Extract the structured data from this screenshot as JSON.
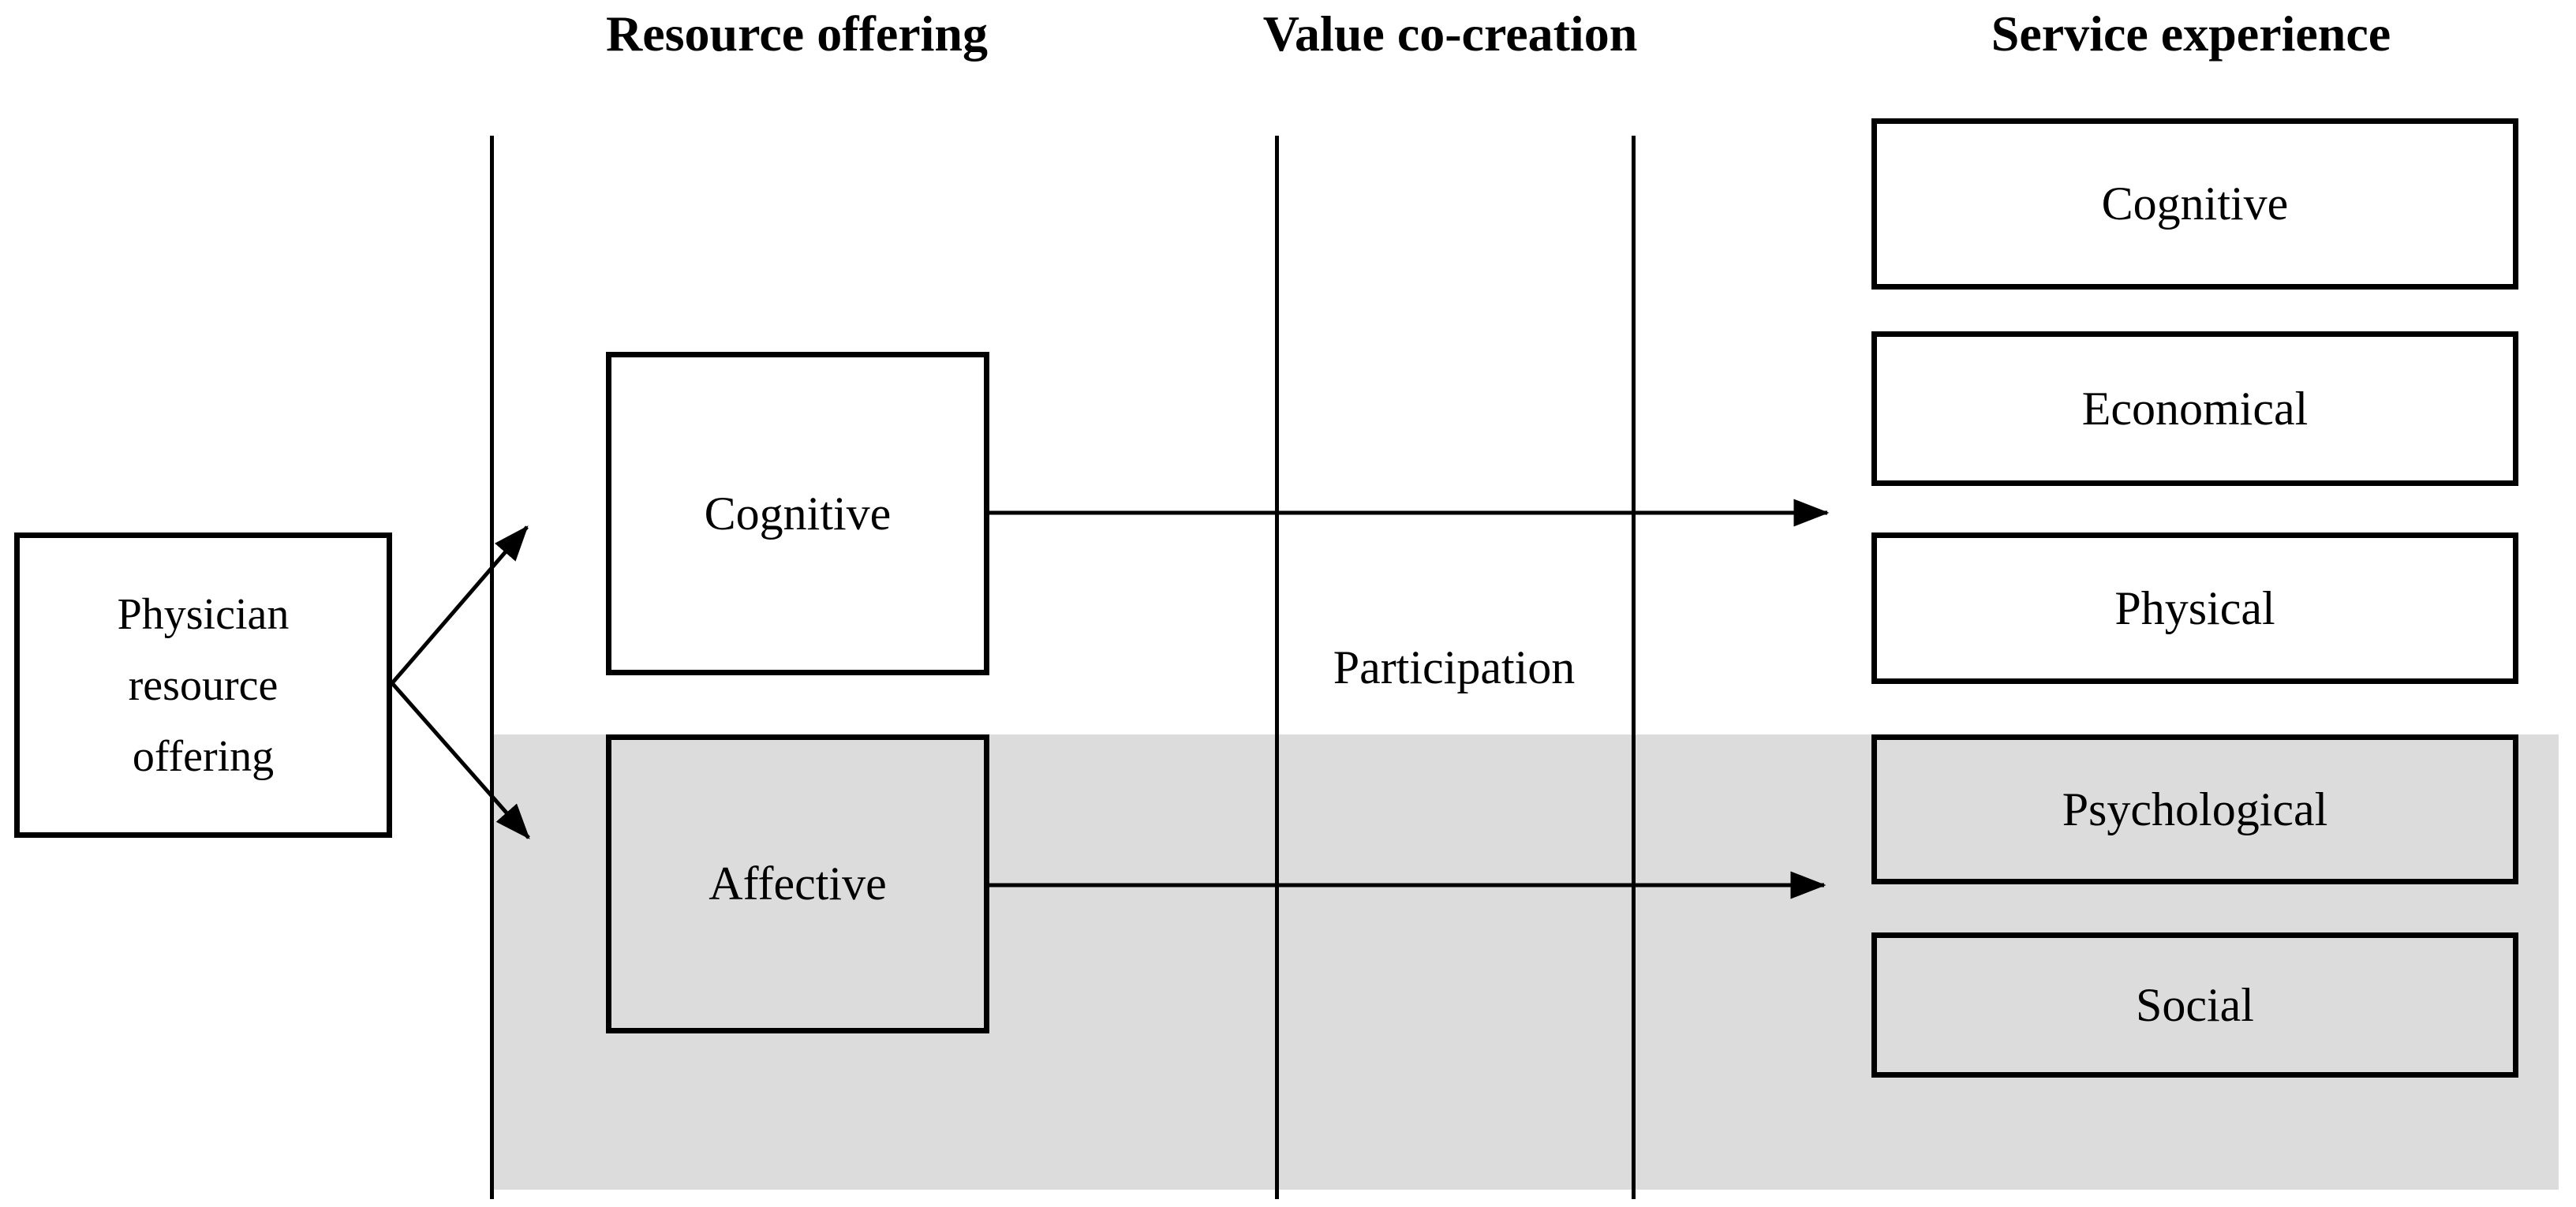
{
  "headers": {
    "resource_offering": "Resource offering",
    "value_co_creation": "Value co-creation",
    "service_experience": "Service experience"
  },
  "source_box": {
    "lines": [
      "Physician",
      "resource",
      "offering"
    ]
  },
  "resource_boxes": [
    {
      "label": "Cognitive"
    },
    {
      "label": "Affective"
    }
  ],
  "participation_label": "Participation",
  "experience_boxes": [
    {
      "label": "Cognitive"
    },
    {
      "label": "Economical"
    },
    {
      "label": "Physical"
    },
    {
      "label": "Psychological"
    },
    {
      "label": "Social"
    }
  ],
  "colors": {
    "shaded_region": "#DCDCDC",
    "line": "#000000",
    "background": "#FFFFFF",
    "text": "#000000"
  }
}
